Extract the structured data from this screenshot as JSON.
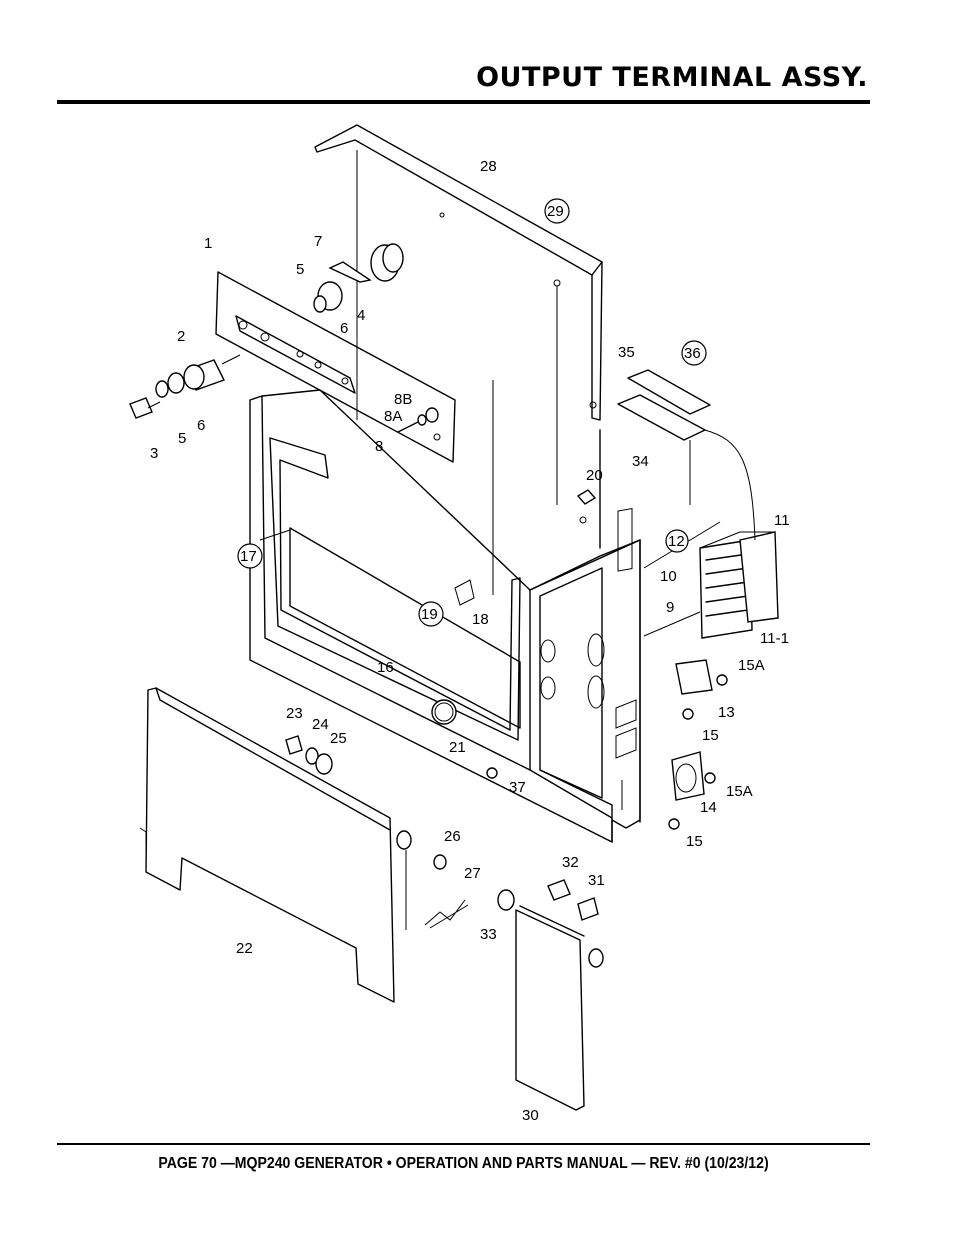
{
  "header": {
    "title": "OUTPUT TERMINAL ASSY."
  },
  "footer": {
    "text": "PAGE 70 —MQP240 GENERATOR • OPERATION AND PARTS MANUAL — REV. #0 (10/23/12)"
  },
  "diagram": {
    "callouts": [
      "1",
      "2",
      "3",
      "4",
      "5",
      "5",
      "6",
      "6",
      "7",
      "8",
      "8A",
      "8B",
      "9",
      "10",
      "11",
      "11-1",
      "12",
      "13",
      "14",
      "15",
      "15",
      "15A",
      "15A",
      "16",
      "17",
      "18",
      "19",
      "20",
      "21",
      "22",
      "23",
      "24",
      "25",
      "26",
      "27",
      "28",
      "29",
      "30",
      "31",
      "32",
      "33",
      "34",
      "35",
      "36",
      "37"
    ],
    "circled_callouts": [
      "29",
      "36",
      "12",
      "17",
      "19"
    ]
  }
}
